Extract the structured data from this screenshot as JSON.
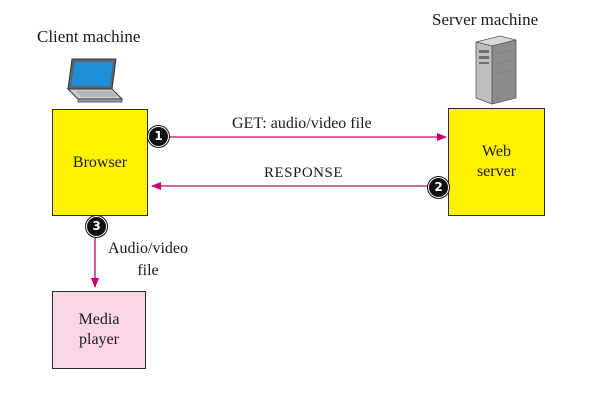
{
  "client": {
    "title": "Client machine",
    "browser_label": "Browser",
    "player_label": "Media\nplayer"
  },
  "server": {
    "title": "Server machine",
    "web_server_label": "Web\nserver"
  },
  "messages": {
    "request": "GET: audio/video file",
    "response": "RESPONSE",
    "handoff": "Audio/video\nfile"
  },
  "steps": [
    "1",
    "2",
    "3"
  ],
  "colors": {
    "browser_fill": "#fff200",
    "server_fill": "#fff200",
    "player_fill": "#f9d6e6",
    "arrow": "#c6006f"
  },
  "icons": [
    "laptop-icon",
    "server-tower-icon"
  ]
}
